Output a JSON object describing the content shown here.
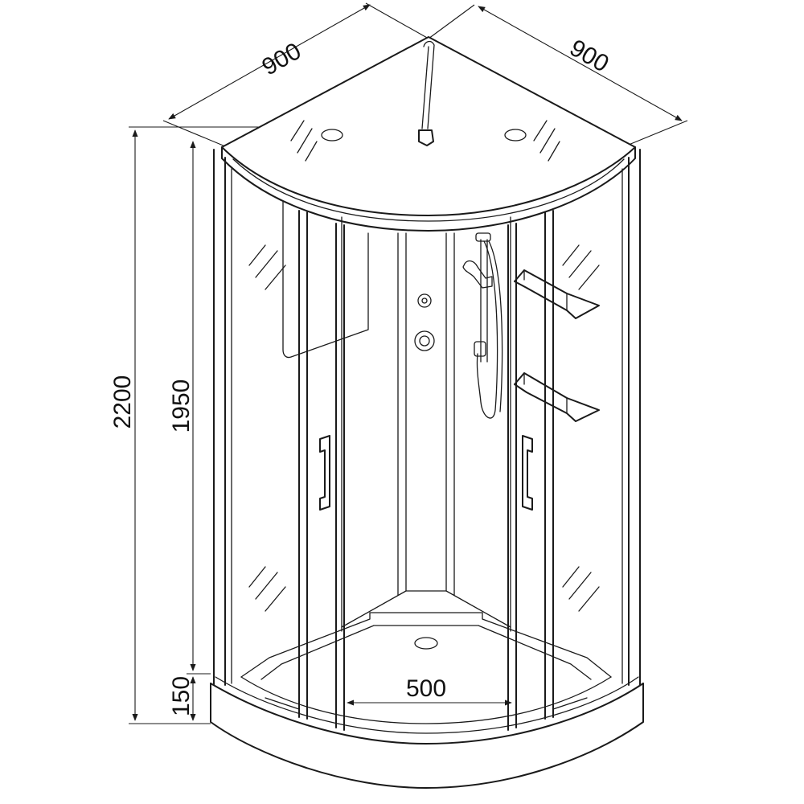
{
  "diagram": {
    "labels": {
      "width_left": "900",
      "width_right": "900",
      "total_height": "2200",
      "cabin_height": "1950",
      "tray_height": "150",
      "door_opening": "500"
    },
    "colors": {
      "line": "#1a1a1a",
      "background": "#ffffff"
    }
  }
}
